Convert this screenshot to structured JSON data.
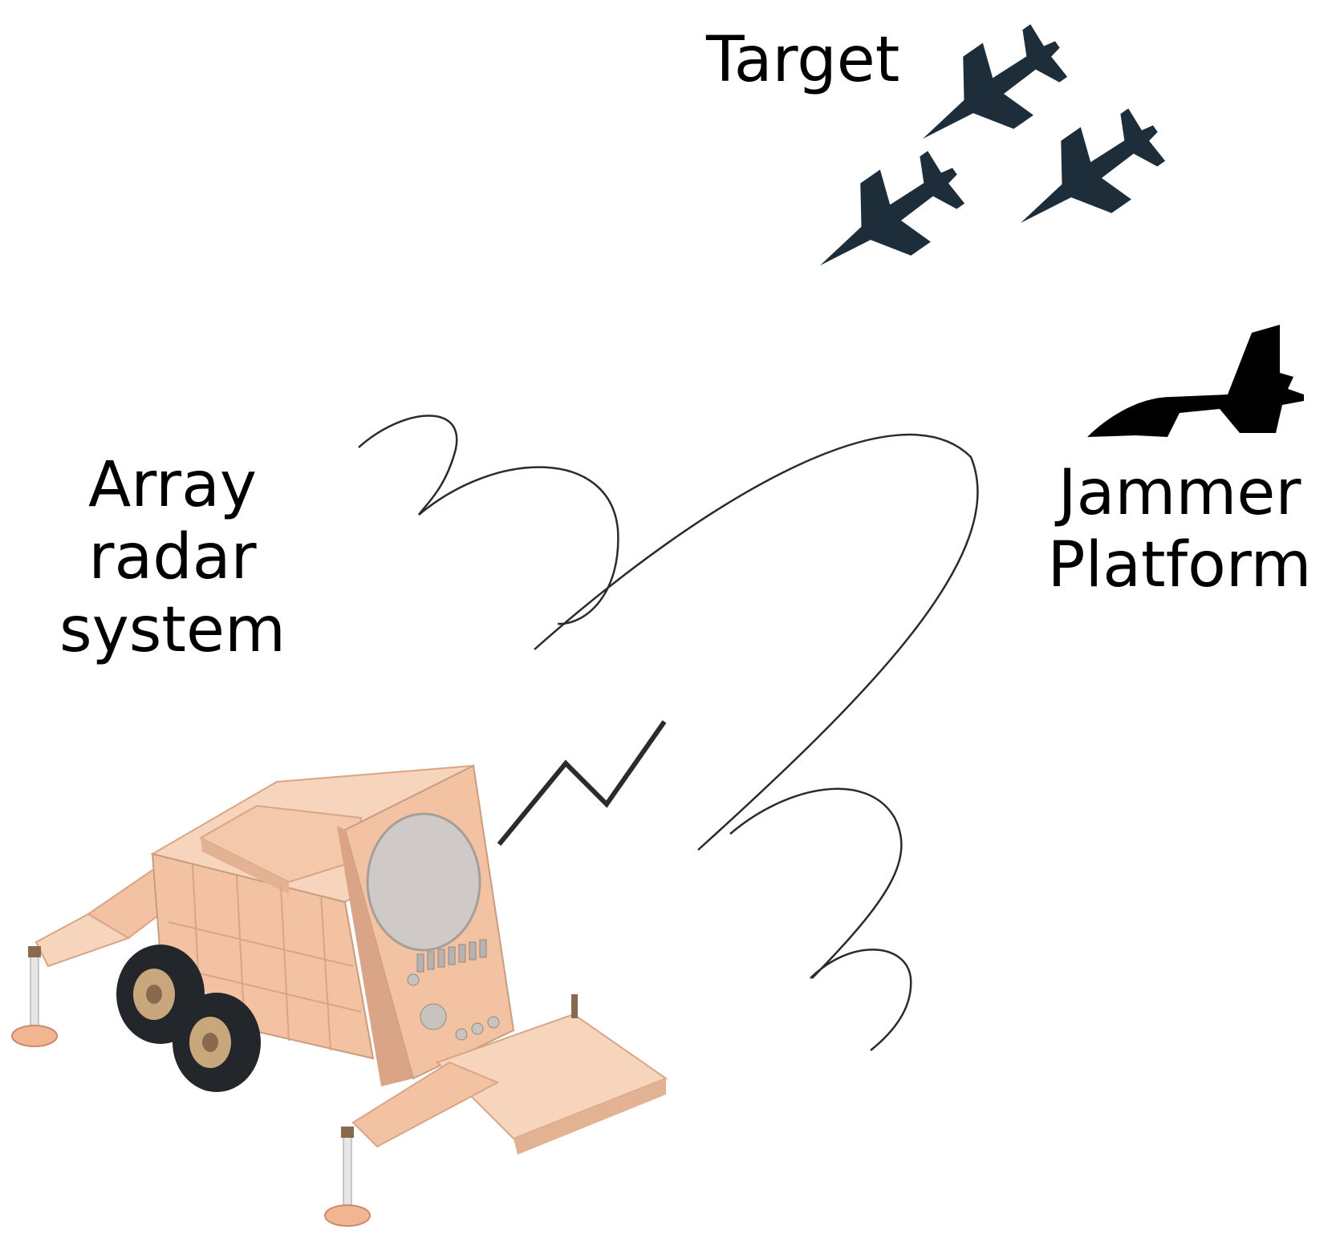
{
  "labels": {
    "target": "Target",
    "radar": [
      "Array",
      "radar",
      "system"
    ],
    "jammer": [
      "Jammer",
      "Platform"
    ]
  },
  "colors": {
    "background": "#ffffff",
    "text": "#000000",
    "radar_body": "#f2c2a2",
    "radar_light": "#f7d4bc",
    "radar_shade": "#d9a586",
    "radar_dark": "#b98a70",
    "dish": "#cfcac7",
    "tire": "#23262a",
    "hub": "#c8a77d",
    "target_jet": "#1d2d3a",
    "jammer_jet": "#000000",
    "wave": "#2b2b2b"
  },
  "icons": [
    "radar-truck-icon",
    "fighter-jet-icon",
    "jammer-aircraft-icon"
  ]
}
